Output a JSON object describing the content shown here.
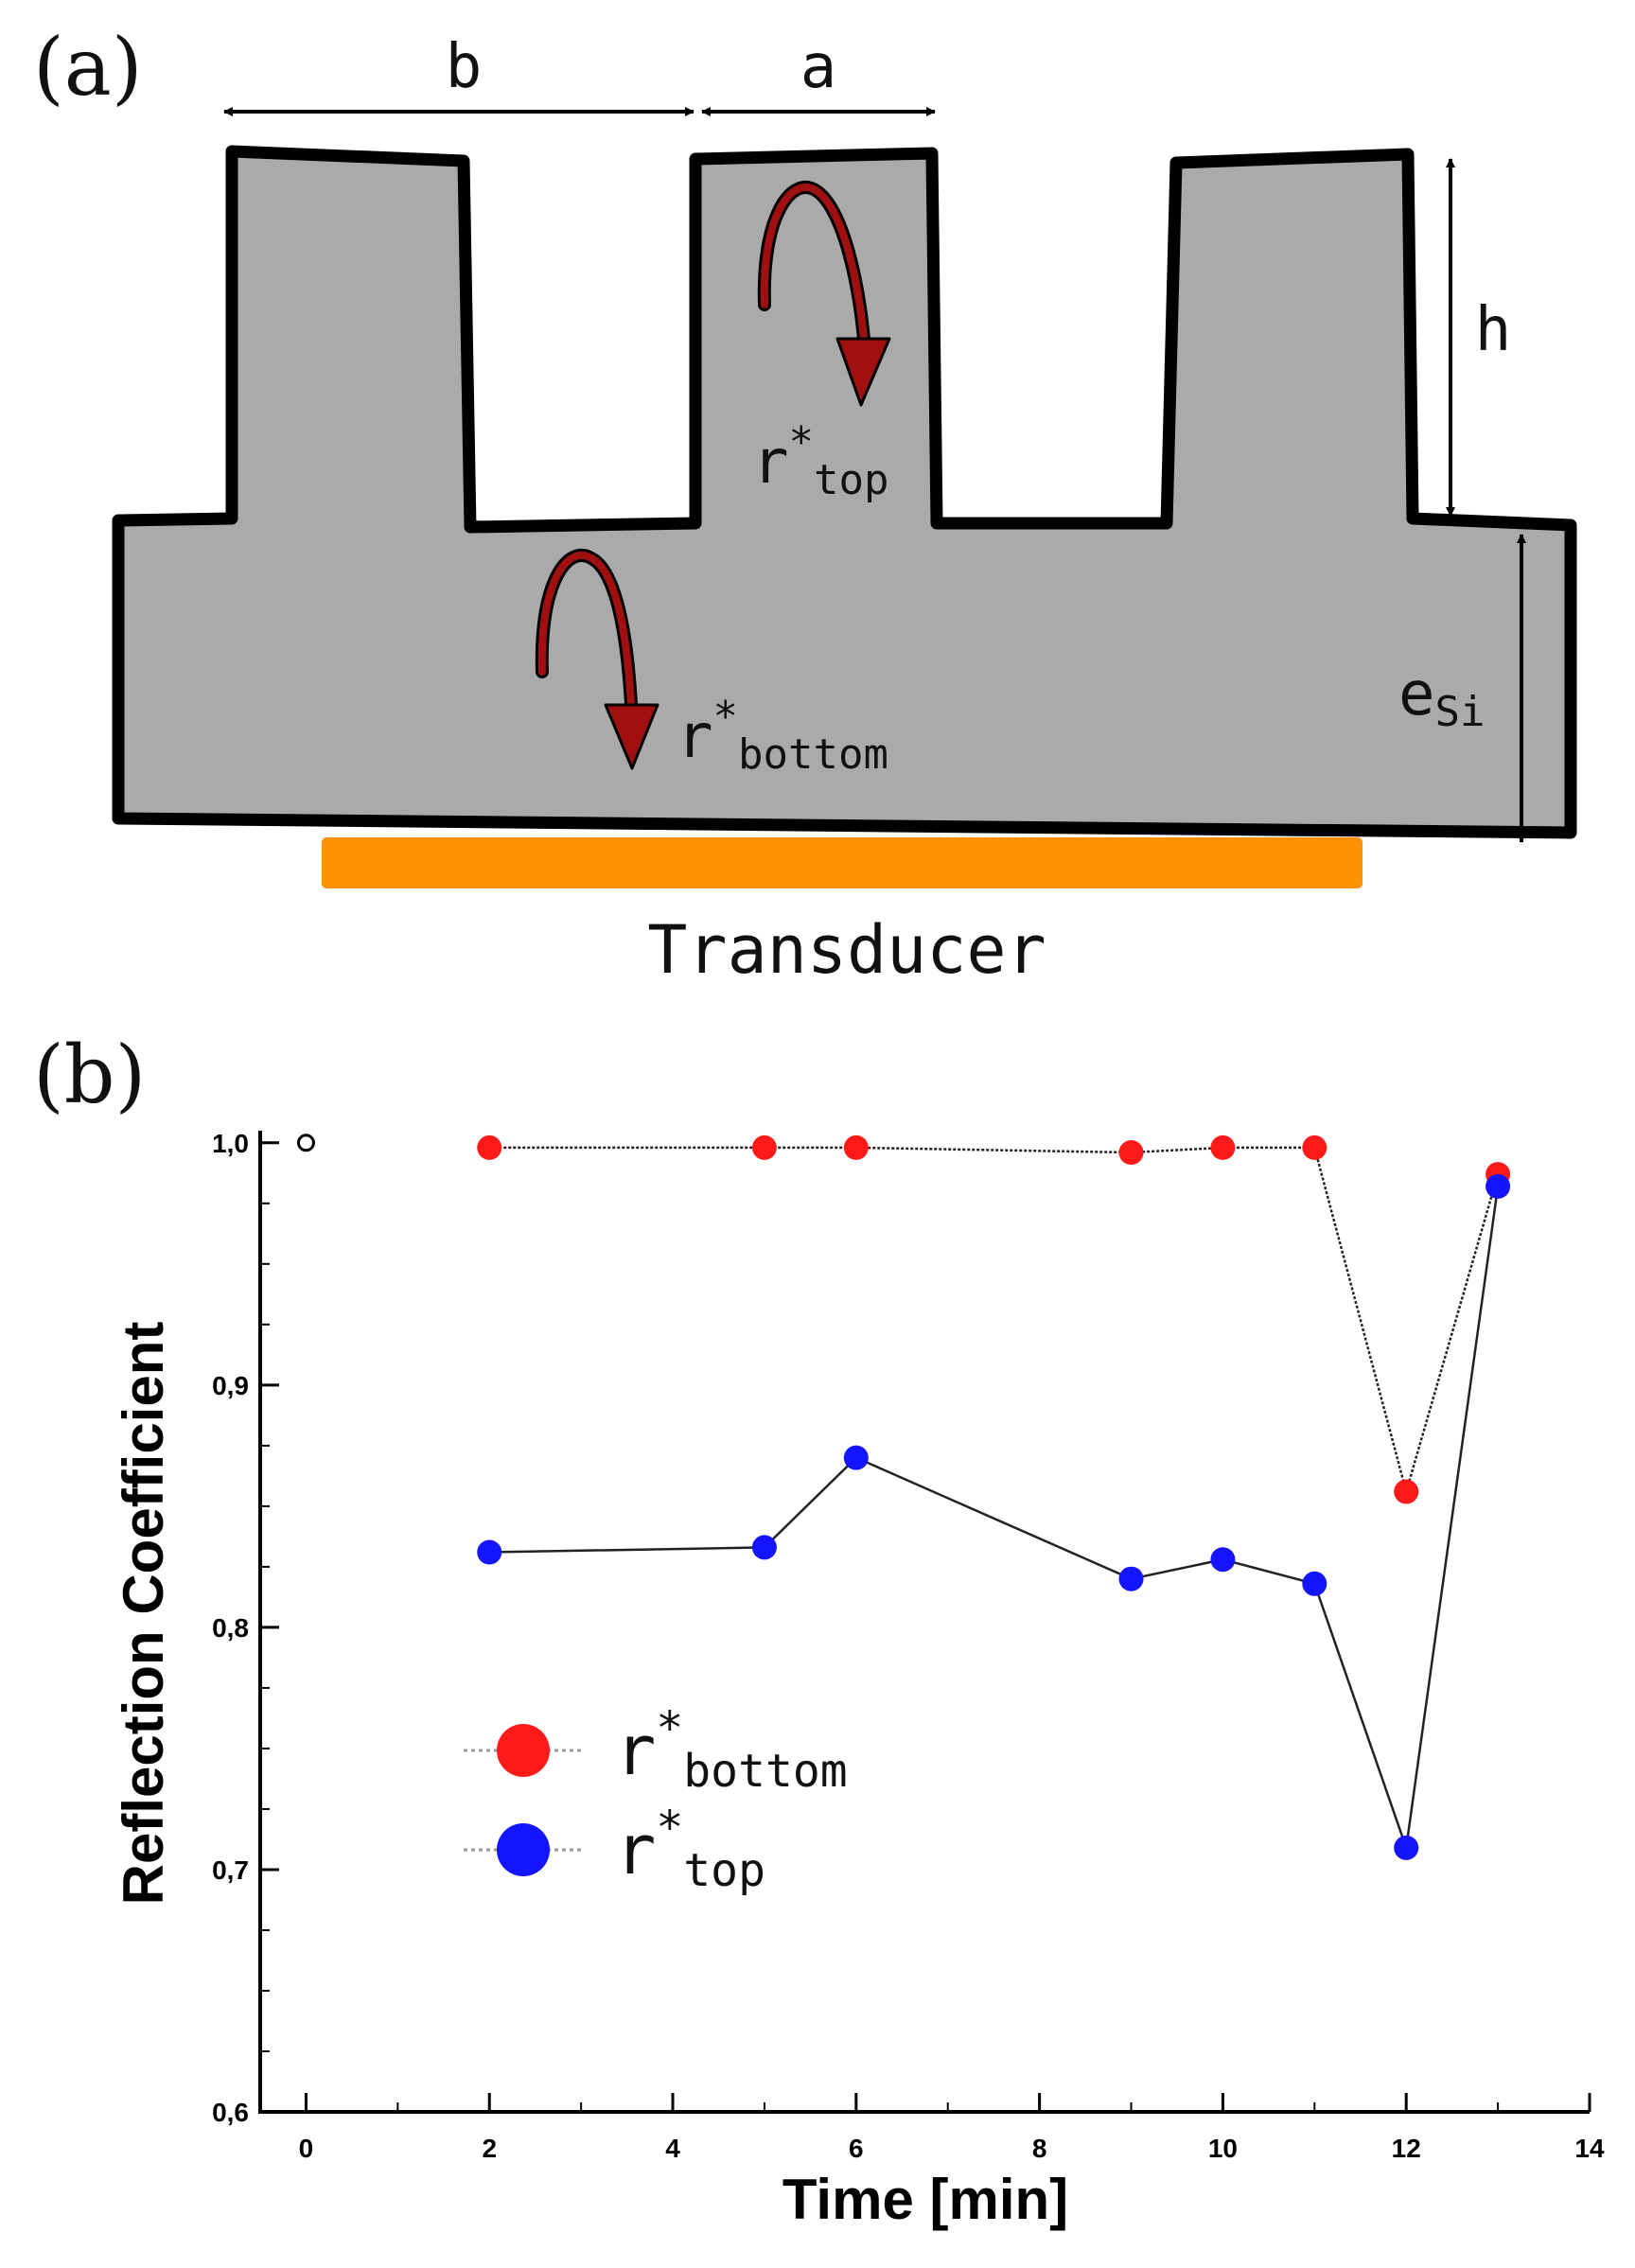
{
  "panel_a": {
    "label": "(a)",
    "dim_b": "b",
    "dim_a": "a",
    "dim_h": "h",
    "dim_esi": {
      "base": "e",
      "sub": "Si"
    },
    "r_top": {
      "base": "r",
      "sup": "*",
      "sub": "top"
    },
    "r_bottom": {
      "base": "r",
      "sup": "*",
      "sub": "bottom"
    },
    "transducer": "Transducer",
    "colors": {
      "body": "#aaaaaa",
      "outline": "#000000",
      "arrow": "#a01010",
      "transducer": "#ff9105"
    }
  },
  "panel_b": {
    "label": "(b)"
  },
  "chart_data": {
    "type": "scatter",
    "xlabel": "Time [min]",
    "ylabel": "Reflection Coefficient",
    "xlim": [
      -0.5,
      14
    ],
    "ylim": [
      0.6,
      1.005
    ],
    "x_ticks": [
      "0",
      "2",
      "4",
      "6",
      "8",
      "10",
      "12",
      "14"
    ],
    "y_ticks": [
      "0,6",
      "0,7",
      "0,8",
      "0,9",
      "1,0"
    ],
    "reference_point": {
      "x": 0,
      "y": 1.0
    },
    "x": [
      2,
      5,
      6,
      9,
      10,
      11,
      12,
      13
    ],
    "series": [
      {
        "name": "bottom",
        "legend": {
          "base": "r",
          "sup": "*",
          "sub": "bottom"
        },
        "color": "#ff1a1a",
        "values": [
          0.998,
          0.998,
          0.998,
          0.996,
          0.998,
          0.998,
          0.856,
          0.987
        ]
      },
      {
        "name": "top",
        "legend": {
          "base": "r",
          "sup": "*",
          "sub": "top"
        },
        "color": "#1414ff",
        "values": [
          0.831,
          0.833,
          0.87,
          0.82,
          0.828,
          0.818,
          0.709,
          0.982
        ]
      }
    ],
    "grid": false,
    "legend_position": "center-left"
  }
}
